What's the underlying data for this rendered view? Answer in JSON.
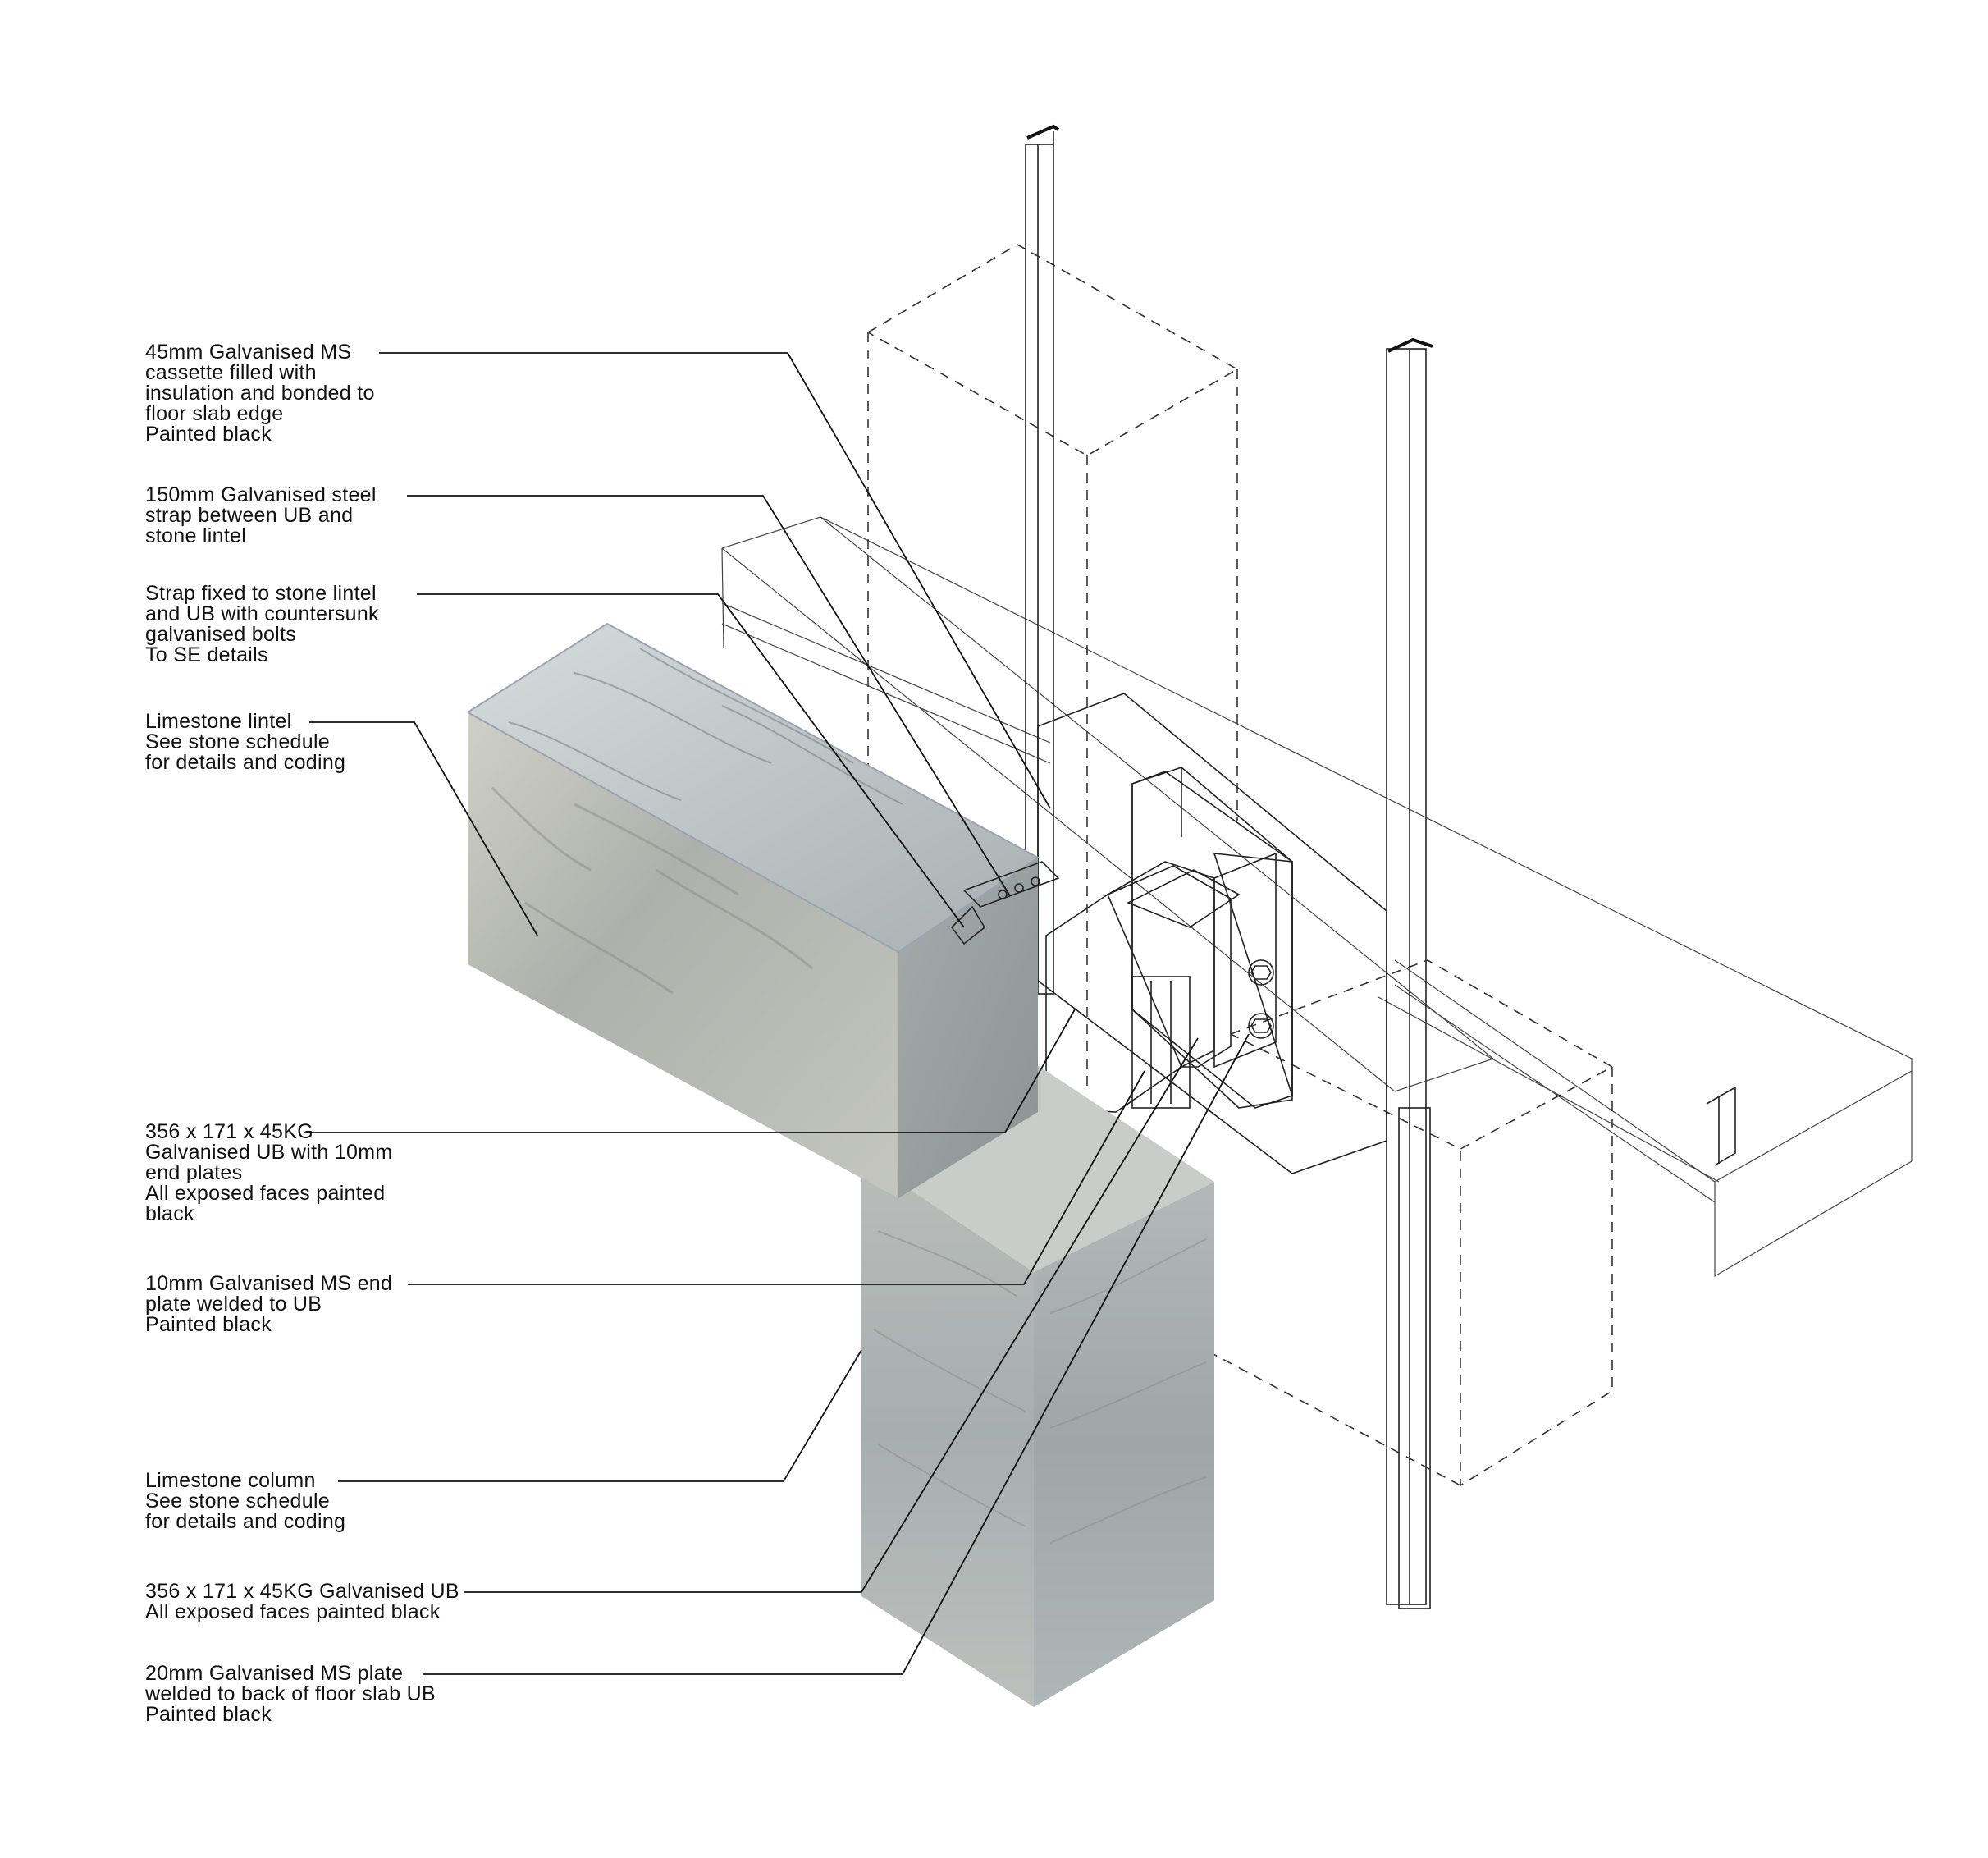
{
  "annotations": [
    {
      "id": "cassette",
      "lines": [
        "45mm Galvanised MS",
        "cassette filled with",
        "insulation and bonded to",
        "floor slab edge",
        "Painted black"
      ]
    },
    {
      "id": "strap",
      "lines": [
        "150mm Galvanised steel",
        "strap between UB and",
        "stone lintel"
      ]
    },
    {
      "id": "strap-fix",
      "lines": [
        "Strap fixed to stone lintel",
        "and UB with countersunk",
        "galvanised bolts",
        "To SE details"
      ]
    },
    {
      "id": "lintel",
      "lines": [
        "Limestone lintel",
        "See stone schedule",
        "for details and coding"
      ]
    },
    {
      "id": "ub-endplates",
      "lines": [
        "356 x 171 x 45KG",
        "Galvanised UB with 10mm",
        "end plates",
        "All exposed faces painted",
        "black"
      ]
    },
    {
      "id": "end-plate",
      "lines": [
        "10mm Galvanised MS end",
        "plate welded to UB",
        "Painted black"
      ]
    },
    {
      "id": "column",
      "lines": [
        "Limestone column",
        "See stone schedule",
        "for details and coding"
      ]
    },
    {
      "id": "ub",
      "lines": [
        "356 x 171 x 45KG Galvanised UB",
        "All exposed faces painted black"
      ]
    },
    {
      "id": "plate",
      "lines": [
        "20mm Galvanised MS plate",
        "welded to back of floor slab UB",
        "Painted black"
      ]
    }
  ],
  "colors": {
    "line": "#222222",
    "stone_light": "#d9dcd8",
    "stone_mid": "#b6bbb8",
    "stone_dark": "#8e9491"
  }
}
